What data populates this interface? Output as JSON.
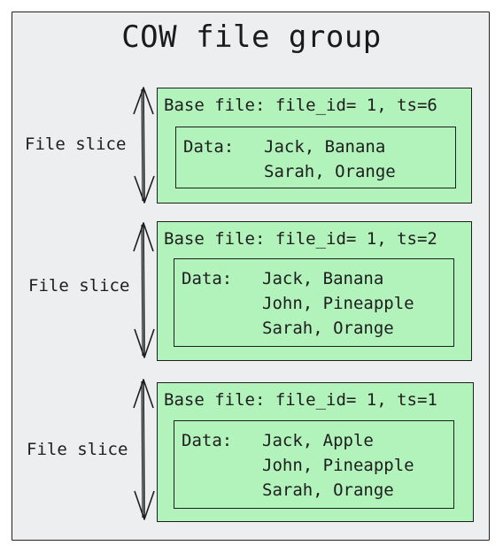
{
  "title": "COW file group",
  "slices": [
    {
      "label": "File slice",
      "header": "Base file: file_id= 1, ts=6",
      "data_label": "Data:",
      "rows": [
        "Jack, Banana",
        "Sarah, Orange"
      ]
    },
    {
      "label": "File slice",
      "header": "Base file: file_id= 1, ts=2",
      "data_label": "Data:",
      "rows": [
        "Jack, Banana",
        "John, Pineapple",
        "Sarah, Orange"
      ]
    },
    {
      "label": "File slice",
      "header": "Base file: file_id= 1, ts=1",
      "data_label": "Data:",
      "rows": [
        "Jack, Apple",
        "John, Pineapple",
        "Sarah, Orange"
      ]
    }
  ],
  "colors": {
    "background": "#eceef0",
    "file_box_fill": "#b2f2bb",
    "stroke": "#1e1e1e"
  }
}
